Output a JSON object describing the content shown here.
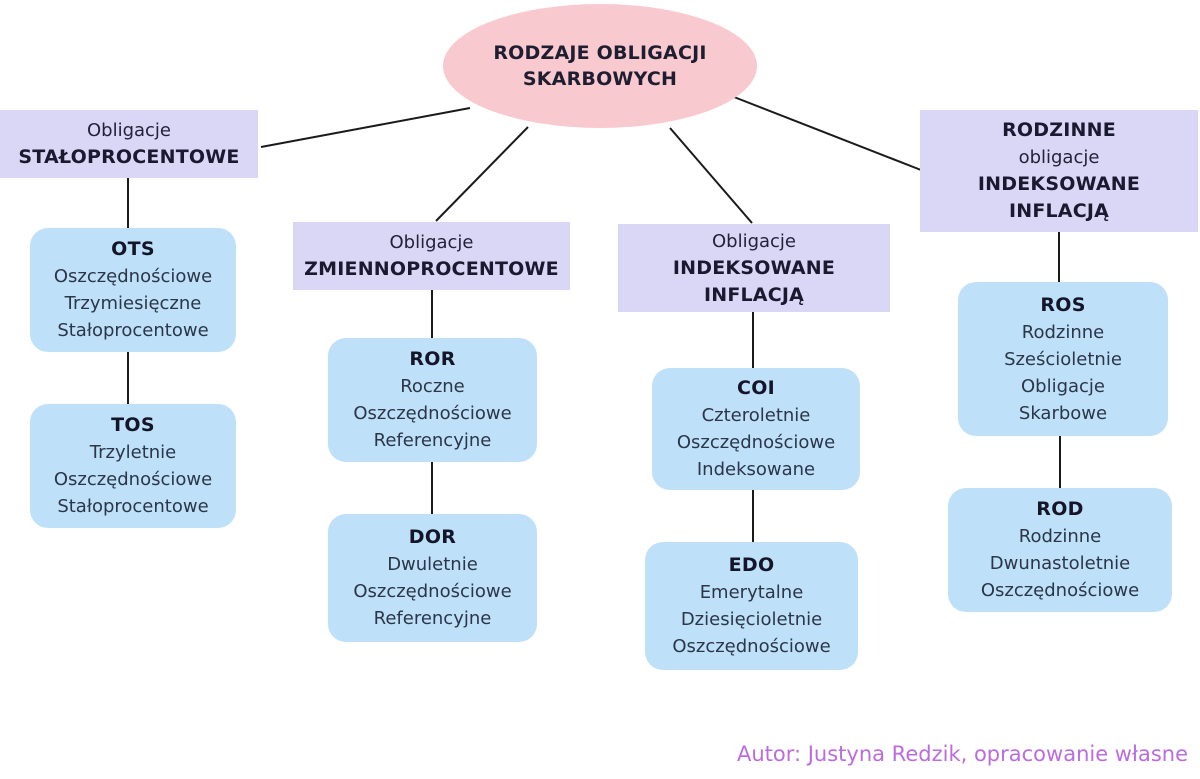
{
  "diagram": {
    "root": {
      "title": "RODZAJE OBLIGACJI SKARBOWYCH"
    },
    "branches": [
      {
        "category": {
          "lines": [
            {
              "text": "Obligacje",
              "bold": false
            },
            {
              "text": "STAŁOPROCENTOWE",
              "bold": true
            }
          ]
        },
        "children": [
          {
            "code": "OTS",
            "lines": [
              "Oszczędnościowe",
              "Trzymiesięczne",
              "Stałoprocentowe"
            ]
          },
          {
            "code": "TOS",
            "lines": [
              "Trzyletnie",
              "Oszczędnościowe",
              "Stałoprocentowe"
            ]
          }
        ]
      },
      {
        "category": {
          "lines": [
            {
              "text": "Obligacje",
              "bold": false
            },
            {
              "text": "ZMIENNOPROCENTOWE",
              "bold": true
            }
          ]
        },
        "children": [
          {
            "code": "ROR",
            "lines": [
              "Roczne",
              "Oszczędnościowe",
              "Referencyjne"
            ]
          },
          {
            "code": "DOR",
            "lines": [
              "Dwuletnie",
              "Oszczędnościowe",
              "Referencyjne"
            ]
          }
        ]
      },
      {
        "category": {
          "lines": [
            {
              "text": "Obligacje",
              "bold": false
            },
            {
              "text": "INDEKSOWANE",
              "bold": true
            },
            {
              "text": "INFLACJĄ",
              "bold": true
            }
          ]
        },
        "children": [
          {
            "code": "COI",
            "lines": [
              "Czteroletnie",
              "Oszczędnościowe",
              "Indeksowane"
            ]
          },
          {
            "code": "EDO",
            "lines": [
              "Emerytalne",
              "Dziesięcioletnie",
              "Oszczędnościowe"
            ]
          }
        ]
      },
      {
        "category": {
          "lines": [
            {
              "text": "RODZINNE",
              "bold": true
            },
            {
              "text": "obligacje",
              "bold": false
            },
            {
              "text": "INDEKSOWANE",
              "bold": true
            },
            {
              "text": "INFLACJĄ",
              "bold": true
            }
          ]
        },
        "children": [
          {
            "code": "ROS",
            "lines": [
              "Rodzinne",
              "Sześcioletnie",
              "Obligacje",
              "Skarbowe"
            ]
          },
          {
            "code": "ROD",
            "lines": [
              "Rodzinne",
              "Dwunastoletnie",
              "Oszczędnościowe"
            ]
          }
        ]
      }
    ],
    "credit": "Autor: Justyna Redzik, opracowanie własne",
    "colors": {
      "root_fill": "#f9c9d0",
      "category_fill": "#dad7f6",
      "node_fill": "#bee0f8",
      "connector": "#1a1a1a",
      "heading_text": "#1e1e30",
      "body_text": "#2b3648",
      "credit_text": "#bb6ce0"
    }
  }
}
